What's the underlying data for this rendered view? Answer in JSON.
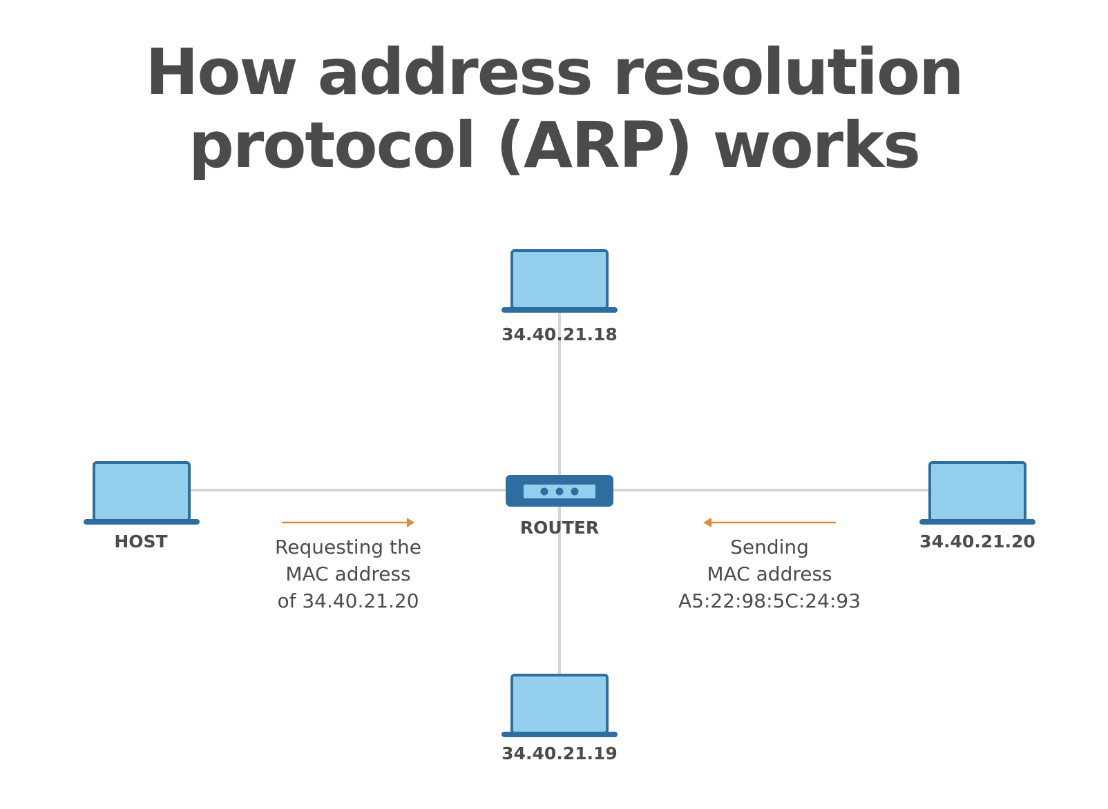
{
  "title": {
    "line1": "How address resolution",
    "line2": "protocol (ARP) works"
  },
  "nodes": {
    "top": {
      "label": "34.40.21.18",
      "icon": "laptop-icon"
    },
    "left": {
      "label": "HOST",
      "icon": "laptop-icon"
    },
    "center": {
      "label": "ROUTER",
      "icon": "router-icon"
    },
    "right": {
      "label": "34.40.21.20",
      "icon": "laptop-icon"
    },
    "bottom": {
      "label": "34.40.21.19",
      "icon": "laptop-icon"
    }
  },
  "messages": {
    "request": {
      "line1": "Requesting the",
      "line2": "MAC address",
      "line3": "of 34.40.21.20"
    },
    "reply": {
      "line1": "Sending",
      "line2": "MAC address",
      "line3": "A5:22:98:5C:24:93"
    }
  },
  "colors": {
    "title": "#4a4b4d",
    "laptop_fill": "#93cfec",
    "laptop_stroke": "#2e6da0",
    "router": "#2e6da0",
    "connector": "#d6d6d6",
    "arrow": "#e08a3c"
  }
}
